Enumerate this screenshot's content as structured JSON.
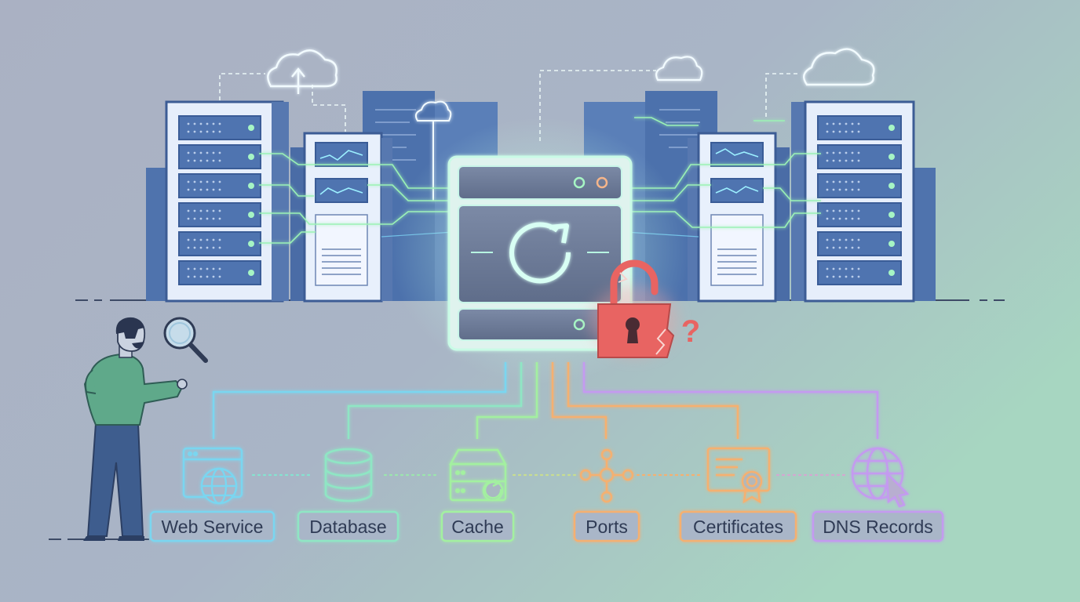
{
  "labels": {
    "web_service": "Web Service",
    "database": "Database",
    "cache": "Cache",
    "ports": "Ports",
    "certificates": "Certificates",
    "dns_records": "DNS Records"
  },
  "lock_mark": "?",
  "colors": {
    "background_start": "#a9b2c4",
    "background_end": "#a8d4c0",
    "server_body": "#e6eefb",
    "server_panel": "#4f74b0",
    "server_dark": "#3d5f98",
    "web_service": "#78d6f0",
    "database": "#8fe0be",
    "cache": "#9ae696",
    "ports": "#f5b070",
    "certificates": "#f5b070",
    "dns_records": "#c49af0",
    "lock": "#e86462",
    "person_shirt": "#5ea98a",
    "person_pants": "#3d5c8c"
  },
  "icons": {
    "web_service": "browser-globe-icon",
    "database": "database-icon",
    "cache": "cache-server-icon",
    "ports": "network-ports-icon",
    "certificates": "certificate-icon",
    "dns_records": "globe-cursor-icon",
    "central": "refresh-icon",
    "lock": "broken-padlock-icon",
    "magnifier": "magnifier-icon",
    "cloud": "cloud-icon"
  }
}
